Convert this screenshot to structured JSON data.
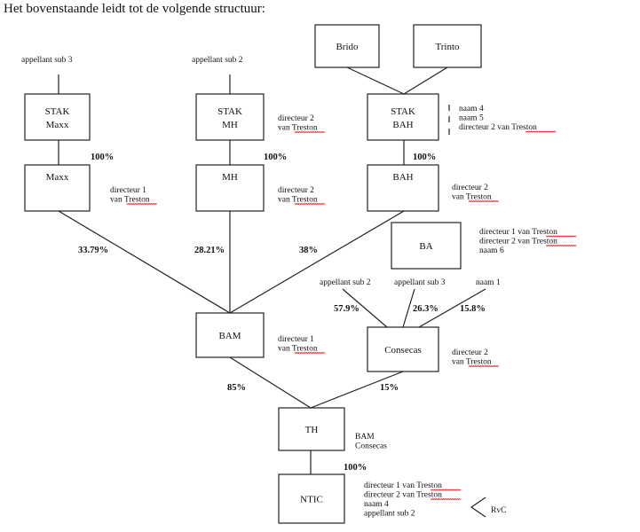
{
  "heading": "Het bovenstaande leidt tot de volgende structuur:",
  "boxes": {
    "brido": [
      "Brido"
    ],
    "trinto": [
      "Trinto"
    ],
    "stak_maxx": [
      "STAK",
      "Maxx"
    ],
    "stak_mh": [
      "STAK",
      "MH"
    ],
    "stak_bah": [
      "STAK",
      "BAH"
    ],
    "maxx": [
      "Maxx"
    ],
    "mh": [
      "MH"
    ],
    "bah": [
      "BAH"
    ],
    "ba": [
      "BA"
    ],
    "bam": [
      "BAM"
    ],
    "consecas": [
      "Consecas"
    ],
    "th": [
      "TH"
    ],
    "ntic": [
      "NTIC"
    ]
  },
  "labels": {
    "appellant_sub3_top": [
      "appellant sub 3"
    ],
    "appellant_sub2_top": [
      "appellant sub 2"
    ],
    "stak_mh_note": [
      "directeur 2",
      "van Treston"
    ],
    "stak_bah_note": [
      "naam 4",
      "naam 5",
      "directeur 2 van Treston"
    ],
    "maxx_note": [
      "directeur 1",
      "van Treston"
    ],
    "mh_note": [
      "directeur 2",
      "van Treston"
    ],
    "bah_note": [
      "directeur 2",
      "van Treston"
    ],
    "ba_note": [
      "directeur 1 van Treston",
      "directeur 2 van Treston",
      "naam 6"
    ],
    "cons_sh1": [
      "appellant sub 2"
    ],
    "cons_sh2": [
      "appellant sub 3"
    ],
    "cons_sh3": [
      "naam 1"
    ],
    "bam_note": [
      "directeur 1",
      "van Treston"
    ],
    "consecas_note": [
      "directeur 2",
      "van Treston"
    ],
    "th_note": [
      "BAM",
      "Consecas"
    ],
    "ntic_note": [
      "directeur 1 van Treston",
      "directeur 2 van Treston",
      "naam 4",
      "appellant sub 2"
    ],
    "rvc": [
      "RvC"
    ]
  },
  "percentages": {
    "stak_maxx_maxx": "100%",
    "stak_mh_mh": "100%",
    "stak_bah_bah": "100%",
    "maxx_bam": "33.79%",
    "mh_bam": "28.21%",
    "bah_bam": "38%",
    "sh1_cons": "57.9%",
    "sh2_cons": "26.3%",
    "sh3_cons": "15.8%",
    "bam_th": "85%",
    "cons_th": "15%",
    "th_ntic": "100%"
  }
}
